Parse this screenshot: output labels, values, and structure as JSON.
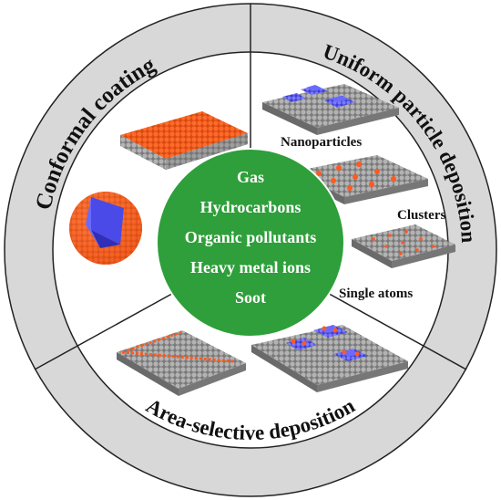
{
  "sections": {
    "top_left": "Conformal coating",
    "top_right": "Uniform particle deposition",
    "bottom": "Area-selective deposition"
  },
  "labels": {
    "nanoparticles": "Nanoparticles",
    "clusters": "Clusters",
    "single_atoms": "Single atoms"
  },
  "center_items": [
    "Gas",
    "Hydrocarbons",
    "Organic pollutants",
    "Heavy metal ions",
    "Soot"
  ],
  "colors": {
    "ring": "#d9d9d9",
    "center": "#2e9f3a",
    "substrate": "#8c8c8c",
    "coating": "#ff5a1f",
    "particle": "#5a5af0"
  }
}
